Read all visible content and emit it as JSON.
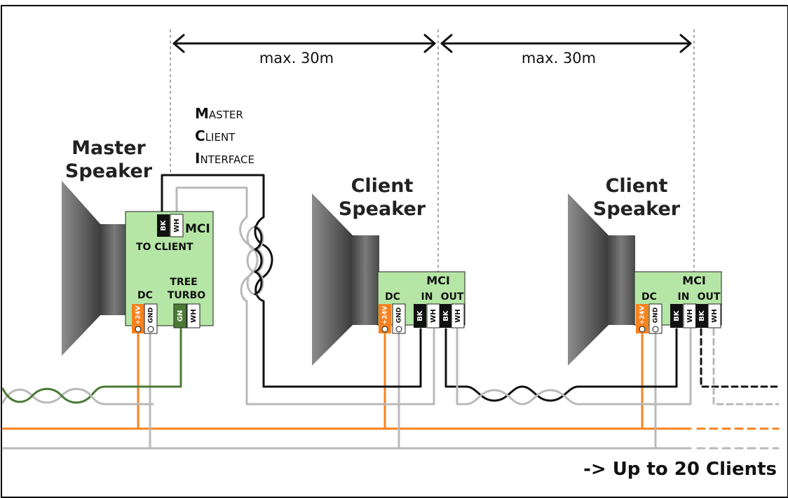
{
  "distance_labels": {
    "first": "max. 30m",
    "second": "max. 30m"
  },
  "mci_title": {
    "first_letters": [
      "M",
      "C",
      "I"
    ],
    "rest": [
      "ASTER",
      "LIENT",
      "NTERFACE"
    ]
  },
  "master": {
    "title_line1": "Master",
    "title_line2": "Speaker",
    "mci_label": "MCI",
    "to_client_label": "TO CLIENT",
    "tree_label": "TREE",
    "turbo_label": "TURBO",
    "dc_label": "DC",
    "pins": {
      "bk": "BK",
      "wh": "WH",
      "gn": "GN",
      "v24": "+24V",
      "gnd": "GND"
    }
  },
  "client1": {
    "title_line1": "Client",
    "title_line2": "Speaker",
    "mci_label": "MCI",
    "in_label": "IN",
    "out_label": "OUT",
    "dc_label": "DC",
    "pins": {
      "v24": "+24V",
      "gnd": "GND",
      "in_bk": "BK",
      "in_wh": "WH",
      "out_bk": "BK",
      "out_wh": "WH"
    }
  },
  "client2": {
    "title_line1": "Client",
    "title_line2": "Speaker",
    "mci_label": "MCI",
    "in_label": "IN",
    "out_label": "OUT",
    "dc_label": "DC",
    "pins": {
      "v24": "+24V",
      "gnd": "GND",
      "in_bk": "BK",
      "in_wh": "WH",
      "out_bk": "BK",
      "out_wh": "WH"
    }
  },
  "footer_note": "-> Up to 20 Clients",
  "colors": {
    "board": "#b5e6a6",
    "black_wire": "#111111",
    "white_wire": "#b9b9b9",
    "power_wire": "#f7821e",
    "tree_wire": "#4a7a35",
    "speaker_dark": "#3f3f3f",
    "speaker_light": "#8b8b8b"
  }
}
